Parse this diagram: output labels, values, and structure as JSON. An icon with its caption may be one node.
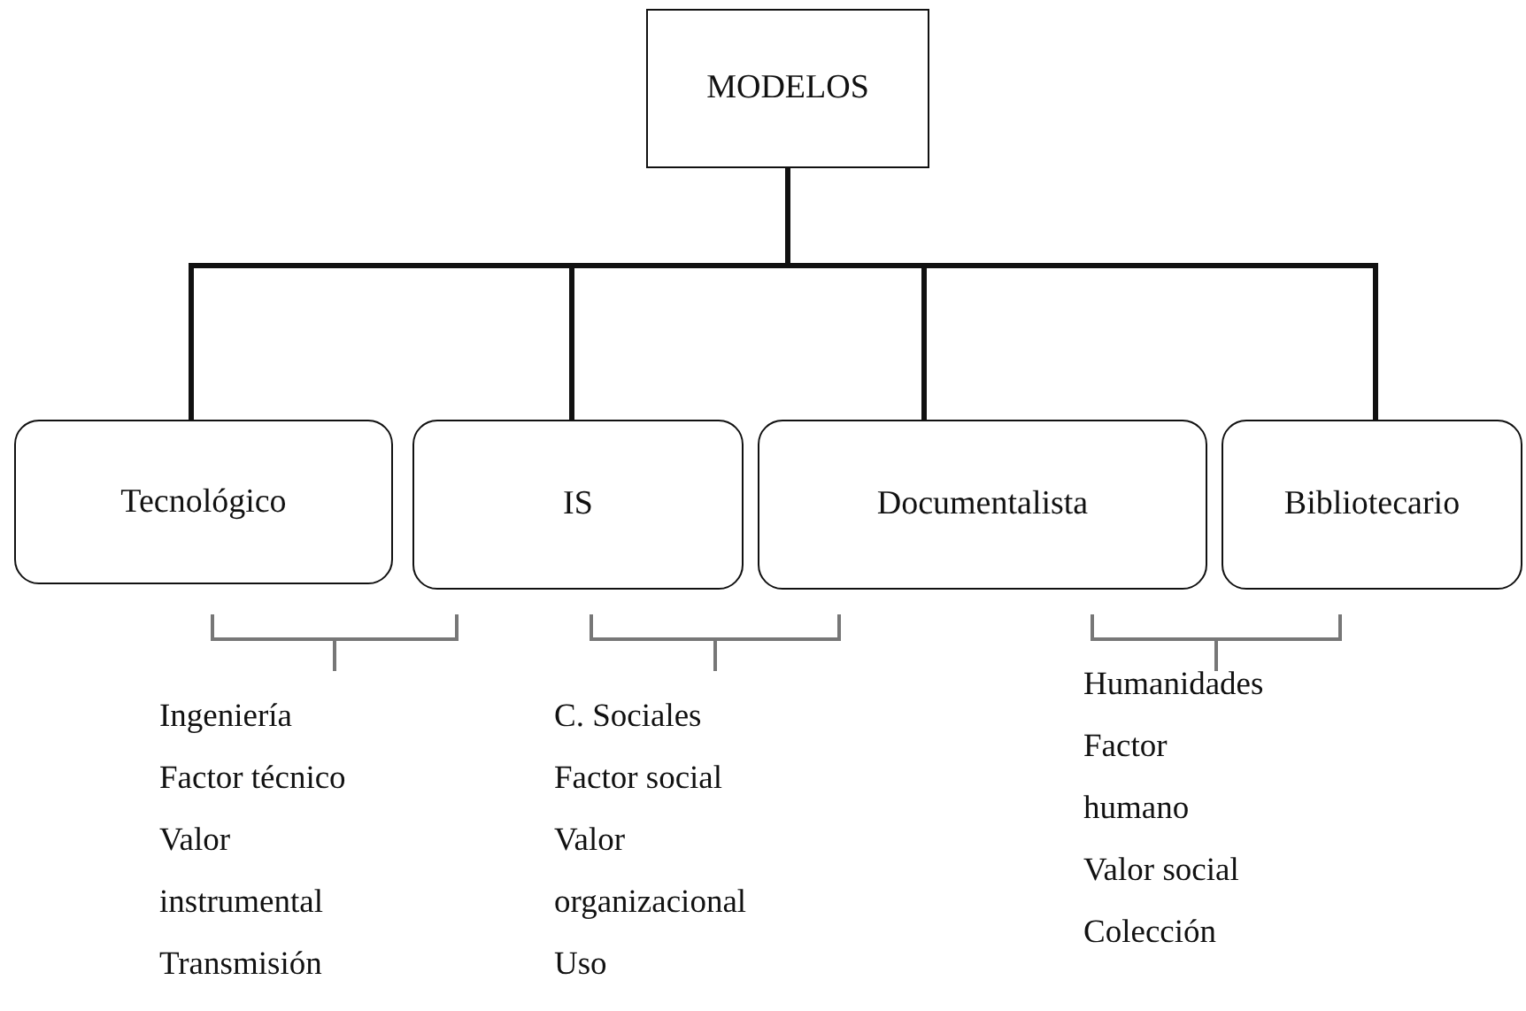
{
  "diagram": {
    "nodes": [
      {
        "text": [
          "MODELOS"
        ]
      },
      {
        "text": [
          "Tecnológico"
        ]
      },
      {
        "text": [
          "IS"
        ]
      },
      {
        "text": [
          "Documentalista"
        ]
      },
      {
        "text": [
          "Bibliotecario"
        ]
      }
    ],
    "edges": [
      {
        "from": 0,
        "to": 1,
        "arrow": "none"
      },
      {
        "from": 0,
        "to": 2,
        "arrow": "none"
      },
      {
        "from": 0,
        "to": 3,
        "arrow": "none"
      },
      {
        "from": 0,
        "to": 4,
        "arrow": "none"
      }
    ],
    "labels": [
      "Ingeniería",
      "Factor técnico",
      "Valor",
      "instrumental",
      "Transmisión",
      "C. Sociales",
      "Factor social",
      "Valor",
      "organizacional",
      "Uso",
      "Humanidades",
      "Factor",
      "humano",
      "Valor social",
      "Colección"
    ]
  }
}
